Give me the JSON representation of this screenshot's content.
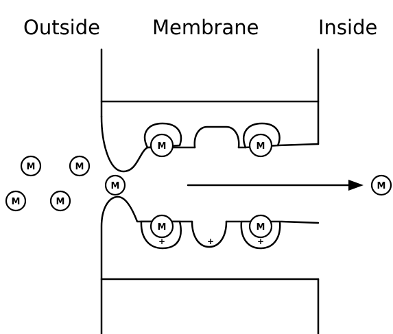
{
  "labels": {
    "outside": "Outside",
    "membrane": "Membrane",
    "inside": "Inside"
  },
  "ion_symbol": "M",
  "site_charge": "+",
  "colors": {
    "stroke": "#000000",
    "background": "#ffffff"
  }
}
